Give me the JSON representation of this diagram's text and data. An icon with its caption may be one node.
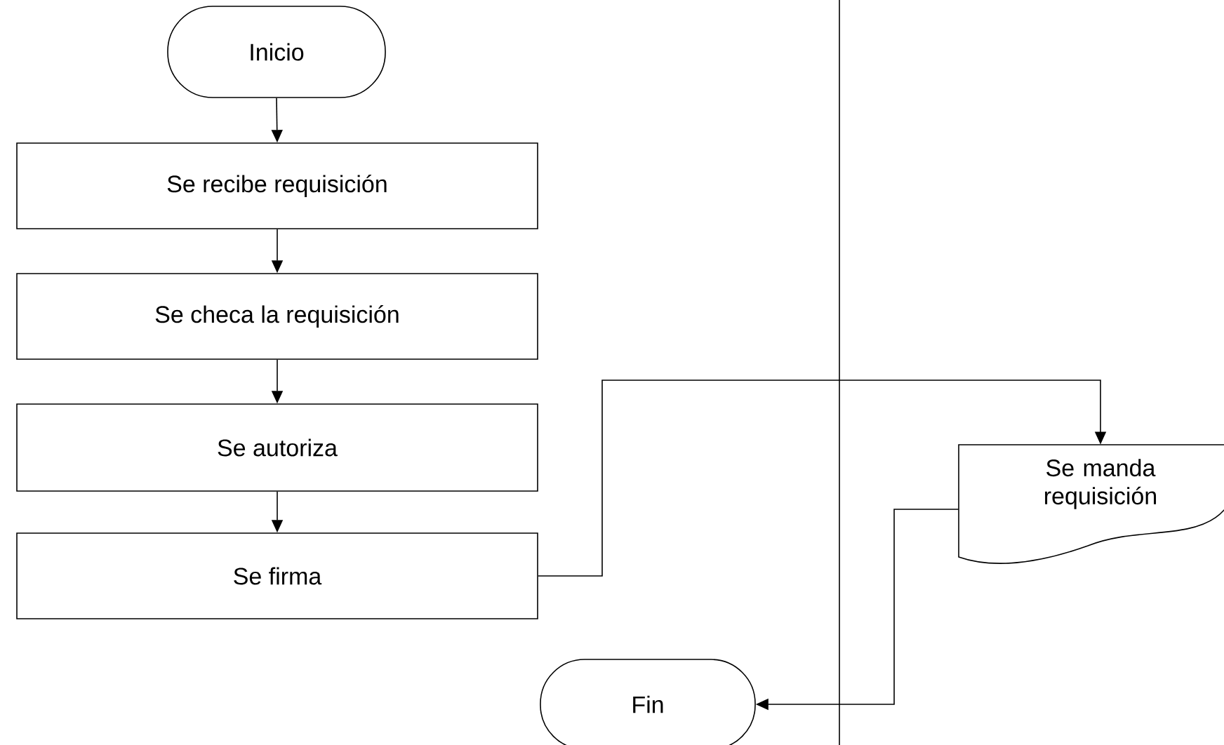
{
  "diagram": {
    "nodes": [
      {
        "text": [
          "Inicio"
        ]
      },
      {
        "text": [
          "Se recibe requisición"
        ]
      },
      {
        "text": [
          "Se checa la requisición"
        ]
      },
      {
        "text": [
          "Se autoriza"
        ]
      },
      {
        "text": [
          "Se firma"
        ]
      },
      {
        "text": [
          "Se manda requisición"
        ]
      },
      {
        "text": [
          "Fin"
        ]
      }
    ],
    "edges": [
      {
        "from": 0,
        "to": 1,
        "arrow": "to"
      },
      {
        "from": 1,
        "to": 2,
        "arrow": "to"
      },
      {
        "from": 2,
        "to": 3,
        "arrow": "to"
      },
      {
        "from": 3,
        "to": 4,
        "arrow": "to"
      },
      {
        "from": 4,
        "to": 5,
        "arrow": "to"
      },
      {
        "from": 5,
        "to": 6,
        "arrow": "to"
      }
    ]
  }
}
